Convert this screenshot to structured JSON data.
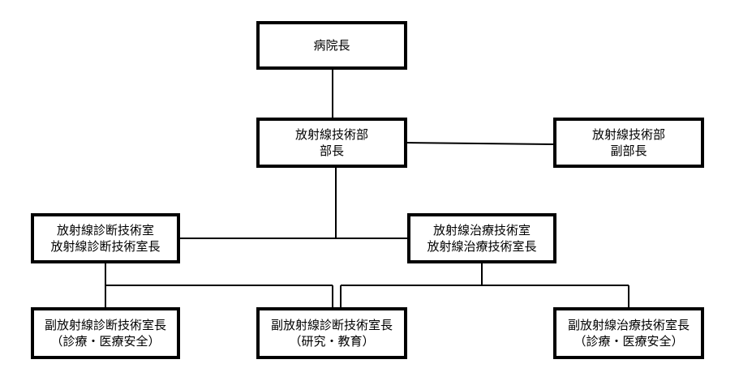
{
  "nodes": {
    "director": {
      "lines": [
        "病院長"
      ]
    },
    "dept_head": {
      "lines": [
        "放射線技術部",
        "部長"
      ]
    },
    "dept_deputy": {
      "lines": [
        "放射線技術部",
        "副部長"
      ]
    },
    "diag_room": {
      "lines": [
        "放射線診断技術室",
        "放射線診断技術室長"
      ]
    },
    "ther_room": {
      "lines": [
        "放射線治療技術室",
        "放射線治療技術室長"
      ]
    },
    "sub_diag_med": {
      "lines": [
        "副放射線診断技術室長",
        "（診療・医療安全）"
      ]
    },
    "sub_diag_edu": {
      "lines": [
        "副放射線診断技術室長",
        "（研究・教育）"
      ]
    },
    "sub_ther_med": {
      "lines": [
        "副放射線治療技術室長",
        "（診療・医療安全）"
      ]
    }
  },
  "edges": [
    [
      "director",
      "dept_head"
    ],
    [
      "dept_head",
      "dept_deputy"
    ],
    [
      "dept_head",
      "diag_room"
    ],
    [
      "dept_head",
      "ther_room"
    ],
    [
      "diag_room",
      "sub_diag_med"
    ],
    [
      "diag_room",
      "sub_diag_edu"
    ],
    [
      "ther_room",
      "sub_diag_edu"
    ],
    [
      "ther_room",
      "sub_ther_med"
    ]
  ]
}
